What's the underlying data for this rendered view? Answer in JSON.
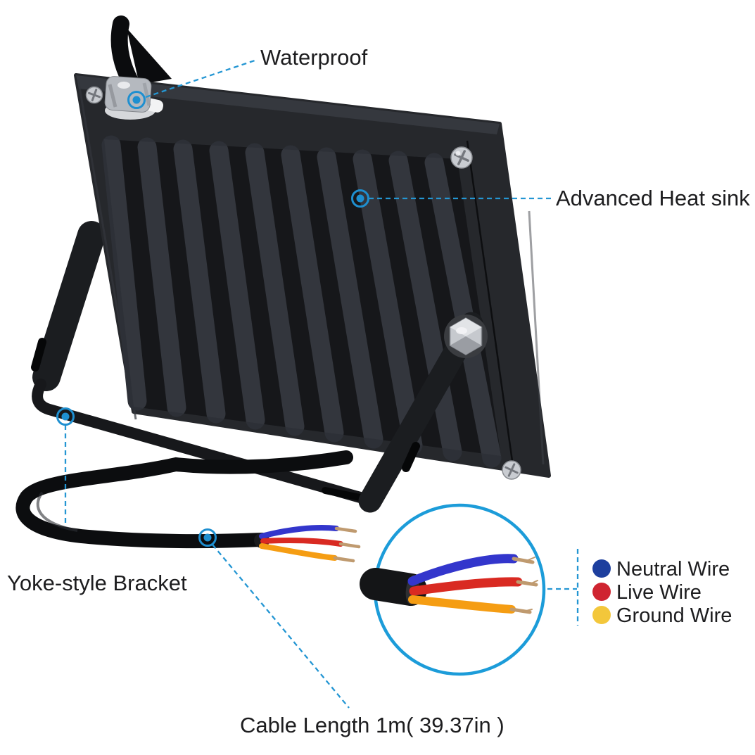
{
  "image_alt": "Rear view of a black LED flood light with yoke bracket and annotated features",
  "labels": {
    "waterproof": "Waterproof",
    "heat_sink": "Advanced Heat sink",
    "bracket": "Yoke-style Bracket",
    "cable_length": "Cable Length 1m( 39.37in )"
  },
  "legend": [
    {
      "name": "neutral",
      "label": "Neutral Wire",
      "color": "#1d3f9e"
    },
    {
      "name": "live",
      "label": "Live Wire",
      "color": "#cf2430"
    },
    {
      "name": "ground",
      "label": "Ground Wire",
      "color": "#f3c73b"
    }
  ],
  "colors": {
    "leader": "#2496d3",
    "inset_ring": "#1c9cd9",
    "marker": "#1e8fd0",
    "wire_neutral": "#3336cc",
    "wire_live": "#d92a22",
    "wire_ground": "#f59d13",
    "copper": "#bf9a6f",
    "body_dark": "#26282c",
    "text": "#1d1d1f"
  }
}
